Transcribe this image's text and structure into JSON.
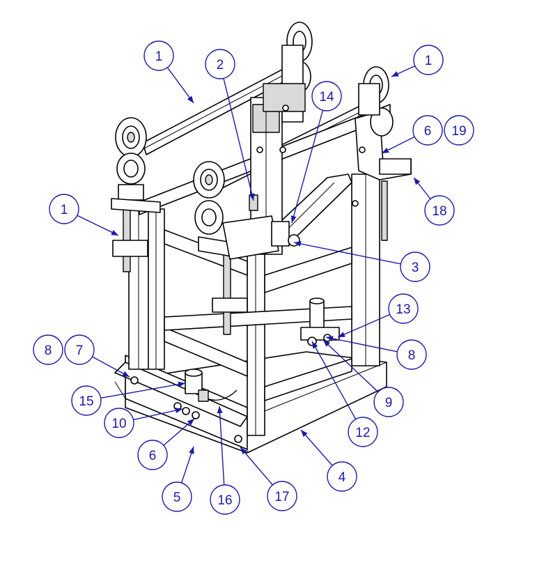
{
  "colors": {
    "callout": "#1a1aa8",
    "line": "#000000",
    "shade": "#d9d9d9",
    "background": "#ffffff"
  },
  "callouts": [
    {
      "label": "1"
    },
    {
      "label": "2"
    },
    {
      "label": "14"
    },
    {
      "label": "1"
    },
    {
      "label": "6"
    },
    {
      "label": "19"
    },
    {
      "label": "18"
    },
    {
      "label": "1"
    },
    {
      "label": "3"
    },
    {
      "label": "13"
    },
    {
      "label": "8"
    },
    {
      "label": "8"
    },
    {
      "label": "7"
    },
    {
      "label": "9"
    },
    {
      "label": "15"
    },
    {
      "label": "12"
    },
    {
      "label": "10"
    },
    {
      "label": "6"
    },
    {
      "label": "4"
    },
    {
      "label": "5"
    },
    {
      "label": "16"
    },
    {
      "label": "17"
    }
  ]
}
